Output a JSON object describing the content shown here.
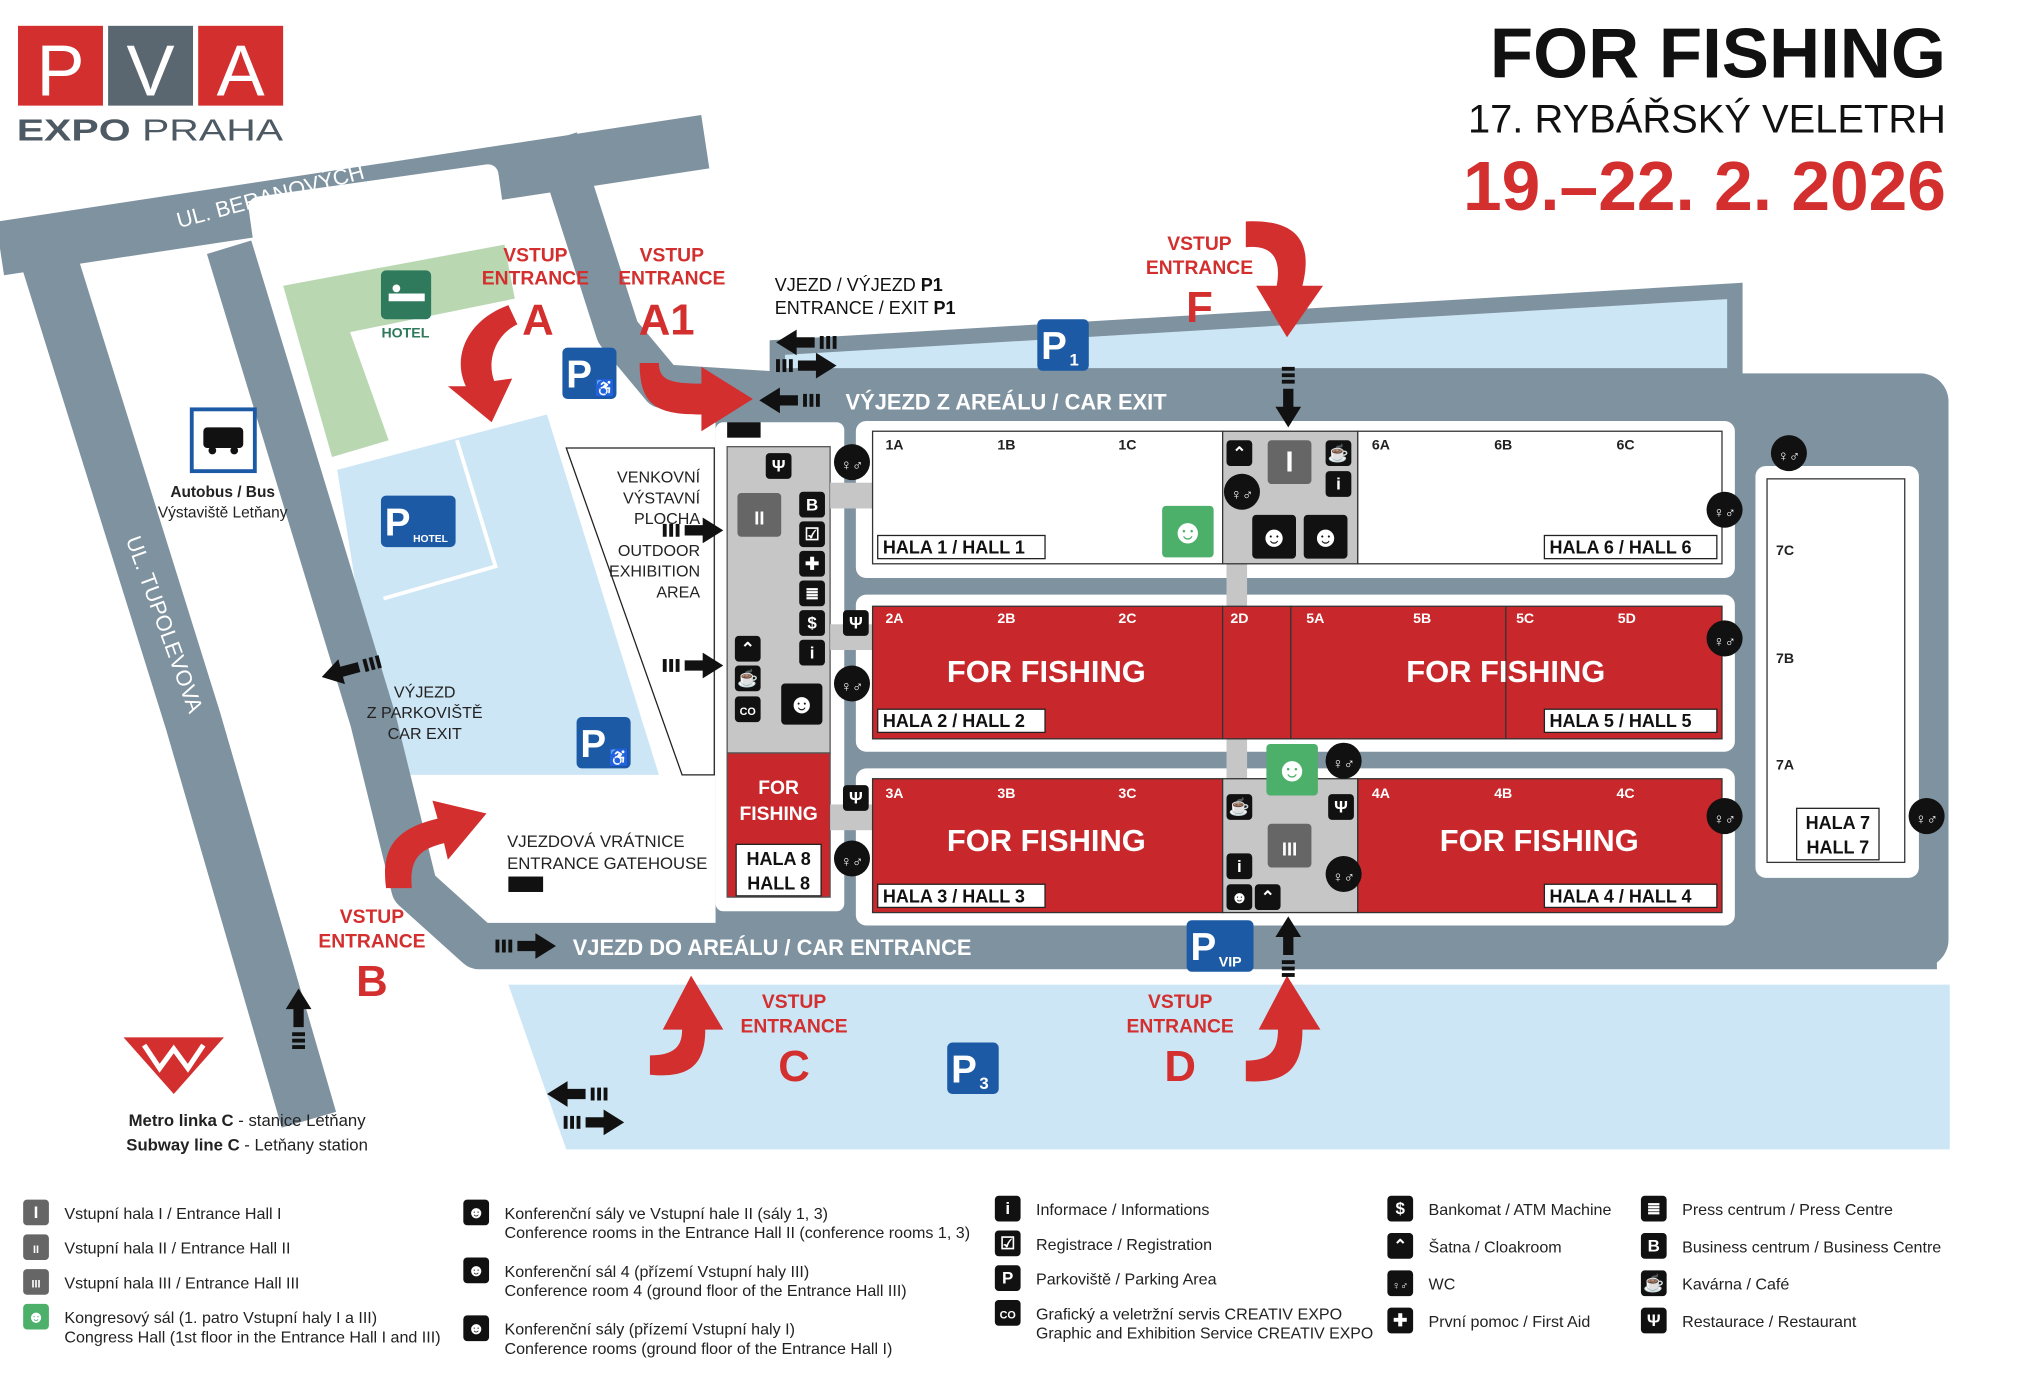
{
  "logo": {
    "letters": [
      "P",
      "V",
      "A"
    ],
    "subtitle_bold": "EXPO",
    "subtitle": "PRAHA"
  },
  "header": {
    "title": "FOR FISHING",
    "subtitle": "17. RYBÁŘSKÝ VELETRH",
    "dates": "19.–22. 2. 2026"
  },
  "colors": {
    "red": "#d32f2f",
    "road": "#7f92a0",
    "parking": "#cde6f6",
    "hotel_green": "#2f7a5d",
    "congress_green": "#4caf6a"
  },
  "streets": {
    "beranovych": "UL. BERANOVÝCH",
    "tupolevova": "UL. TUPOLEVOVA"
  },
  "entrances": {
    "vstup": "VSTUP",
    "entrance": "ENTRANCE",
    "letters": {
      "a": "A",
      "a1": "A1",
      "b": "B",
      "c": "C",
      "d": "D",
      "f": "F"
    }
  },
  "labels": {
    "p1_line1": "VJEZD / VÝJEZD ",
    "p1_line2": "ENTRANCE / EXIT ",
    "p1": "P1",
    "car_exit": "VÝJEZD Z AREÁLU / CAR EXIT",
    "car_entrance": "VJEZD DO AREÁLU / CAR ENTRANCE",
    "hotel": "HOTEL",
    "bus_line1": "Autobus / Bus",
    "bus_line2": "Výstaviště Letňany",
    "outdoor": [
      "VENKOVNÍ",
      "VÝSTAVNÍ",
      "PLOCHA",
      "OUTDOOR",
      "EXHIBITION",
      "AREA"
    ],
    "parking_exit": [
      "VÝJEZD",
      "Z PARKOVIŠTĚ",
      "CAR EXIT"
    ],
    "gatehouse": [
      "VJEZDOVÁ VRÁTNICE",
      "ENTRANCE GATEHOUSE"
    ],
    "metro_line1_bold": "Metro linka C",
    "metro_line1": " - stanice Letňany",
    "metro_line2_bold": "Subway line C",
    "metro_line2": " - Letňany station",
    "parking_signs": {
      "p": "P",
      "p1_sub": "1",
      "p3_sub": "3",
      "vip": "VIP",
      "hotel": "HOTEL"
    }
  },
  "halls": {
    "event": "FOR FISHING",
    "hall8_event": [
      "FOR",
      "FISHING"
    ],
    "h1": "HALA 1 / HALL 1",
    "h2": "HALA 2 / HALL 2",
    "h3": "HALA 3 / HALL 3",
    "h4": "HALA 4 / HALL 4",
    "h5": "HALA 5 / HALL 5",
    "h6": "HALA 6 / HALL 6",
    "h7": [
      "HALA 7",
      "HALL 7"
    ],
    "h8": [
      "HALA 8",
      "HALL 8"
    ],
    "sectors": {
      "row1": [
        "1A",
        "1B",
        "1C",
        "6A",
        "6B",
        "6C"
      ],
      "row2": [
        "2A",
        "2B",
        "2C",
        "2D",
        "5A",
        "5B",
        "5C",
        "5D"
      ],
      "row3": [
        "3A",
        "3B",
        "3C",
        "4A",
        "4B",
        "4C"
      ],
      "hall7": [
        "7C",
        "7B",
        "7A"
      ]
    }
  },
  "legend": [
    {
      "icon": "entrance-hall-1-icon",
      "text": [
        "Vstupní hala I / Entrance Hall I"
      ]
    },
    {
      "icon": "entrance-hall-2-icon",
      "text": [
        "Vstupní hala II / Entrance Hall II"
      ]
    },
    {
      "icon": "entrance-hall-3-icon",
      "text": [
        "Vstupní hala III / Entrance Hall III"
      ]
    },
    {
      "icon": "congress-hall-icon",
      "text": [
        "Kongresový sál (1. patro Vstupní haly I a III)",
        "Congress Hall (1st floor in the Entrance Hall I and III)"
      ]
    },
    {
      "icon": "conference-rooms-1-3-icon",
      "text": [
        "Konferenční sály ve Vstupní hale II (sály 1, 3)",
        "Conference rooms in the Entrance Hall II (conference rooms 1, 3)"
      ]
    },
    {
      "icon": "conference-room-4-icon",
      "text": [
        "Konferenční sál 4 (přízemí Vstupní haly III)",
        "Conference room 4 (ground floor of the Entrance Hall III)"
      ]
    },
    {
      "icon": "conference-rooms-5-7-icon",
      "text": [
        "Konferenční sály (přízemí Vstupní haly I)",
        "Conference rooms (ground floor of the Entrance Hall I)"
      ]
    },
    {
      "icon": "info-icon",
      "text": [
        "Informace / Informations"
      ]
    },
    {
      "icon": "registration-icon",
      "text": [
        "Registrace / Registration"
      ]
    },
    {
      "icon": "parking-icon",
      "text": [
        "Parkoviště / Parking Area"
      ]
    },
    {
      "icon": "copy-icon",
      "text": [
        "Grafický a veletržní servis CREATIV EXPO",
        "Graphic and Exhibition Service CREATIV EXPO"
      ]
    },
    {
      "icon": "atm-icon",
      "text": [
        "Bankomat / ATM Machine"
      ]
    },
    {
      "icon": "cloakroom-icon",
      "text": [
        "Šatna / Cloakroom"
      ]
    },
    {
      "icon": "wc-icon",
      "text": [
        "WC"
      ]
    },
    {
      "icon": "first-aid-icon",
      "text": [
        "První pomoc / First Aid"
      ]
    },
    {
      "icon": "press-centre-icon",
      "text": [
        "Press centrum / Press Centre"
      ]
    },
    {
      "icon": "business-centre-icon",
      "text": [
        "Business centrum / Business Centre"
      ]
    },
    {
      "icon": "cafe-icon",
      "text": [
        "Kavárna / Café"
      ]
    },
    {
      "icon": "restaurant-icon",
      "text": [
        "Restaurace / Restaurant"
      ]
    }
  ]
}
